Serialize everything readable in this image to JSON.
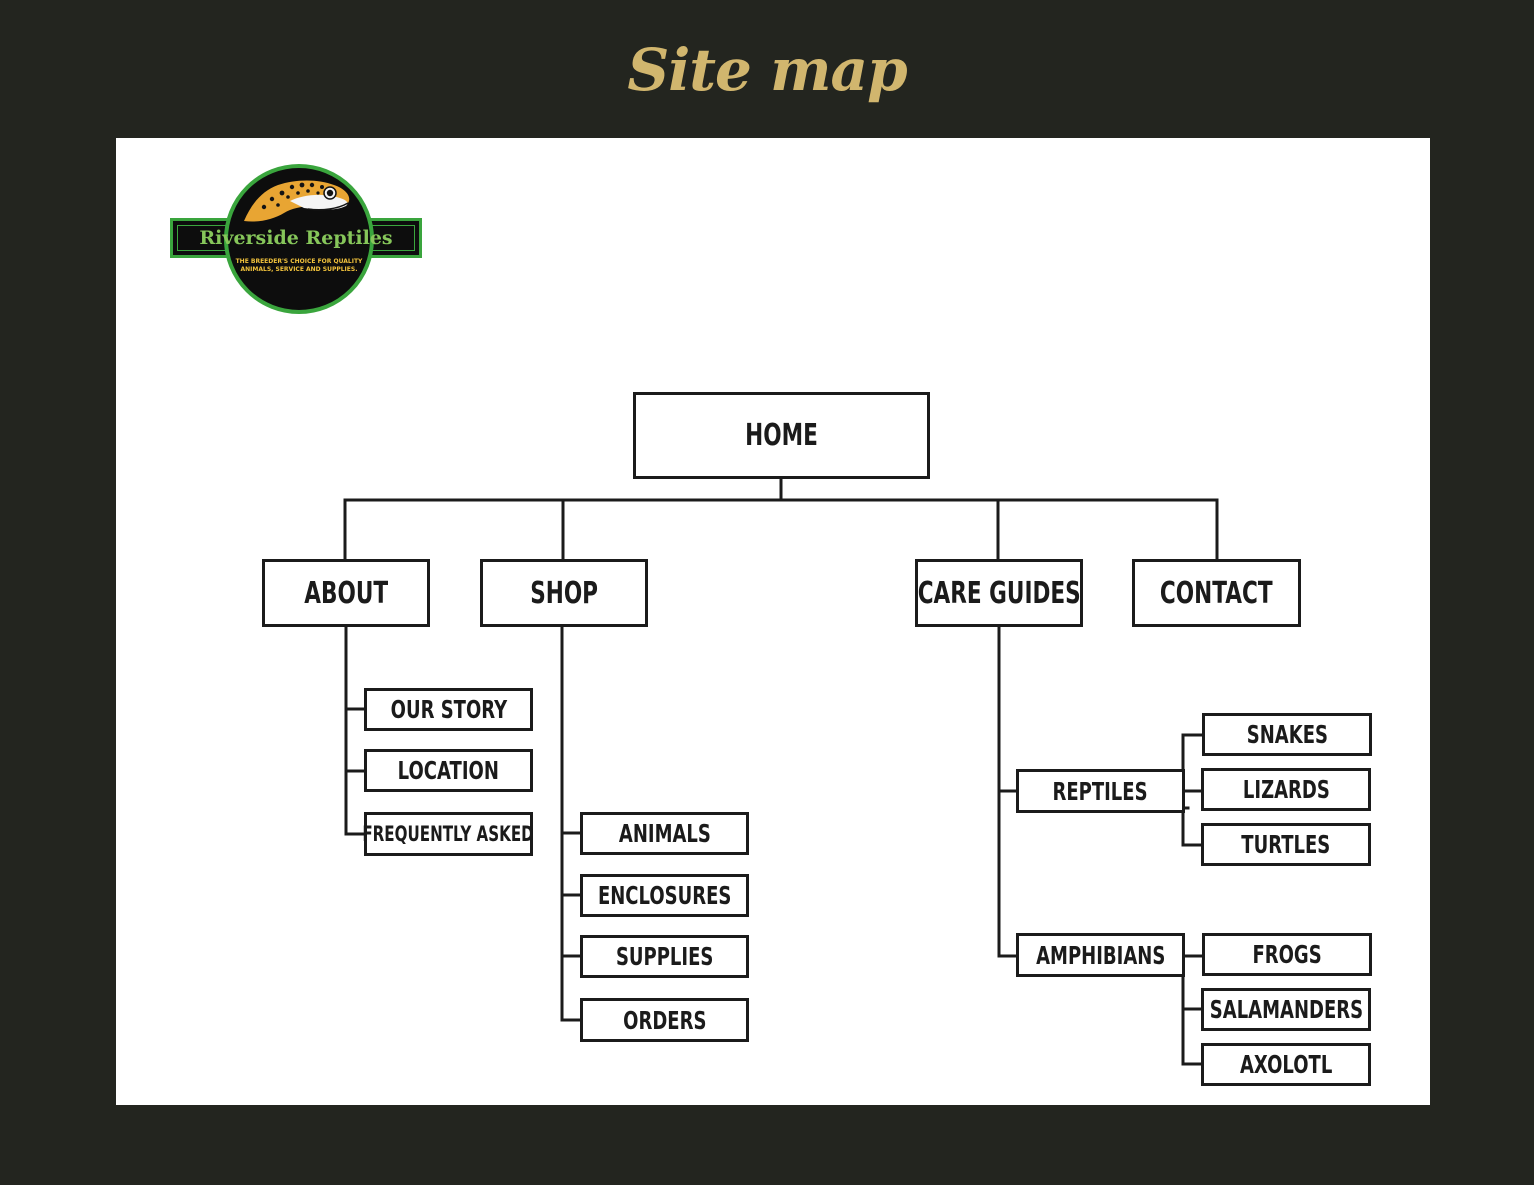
{
  "page_title": "Site map",
  "colors": {
    "background": "#23251f",
    "title": "#d1b66e",
    "panel": "#ffffff",
    "box_stroke": "#1b1b1b",
    "logo_green": "#3aa53d"
  },
  "logo": {
    "name": "Riverside Reptiles",
    "tagline": "THE BREEDER'S CHOICE FOR QUALITY ANIMALS, SERVICE AND SUPPLIES."
  },
  "sitemap": {
    "root": "HOME",
    "sections": [
      {
        "label": "ABOUT",
        "children": [
          "OUR STORY",
          "LOCATION",
          "FREQUENTLY ASKED"
        ]
      },
      {
        "label": "SHOP",
        "children": [
          "ANIMALS",
          "ENCLOSURES",
          "SUPPLIES",
          "ORDERS"
        ]
      },
      {
        "label": "CARE GUIDES",
        "groups": [
          {
            "label": "REPTILES",
            "children": [
              "SNAKES",
              "LIZARDS",
              "TURTLES"
            ]
          },
          {
            "label": "AMPHIBIANS",
            "children": [
              "FROGS",
              "SALAMANDERS",
              "AXOLOTL"
            ]
          }
        ]
      },
      {
        "label": "CONTACT",
        "children": []
      }
    ]
  }
}
